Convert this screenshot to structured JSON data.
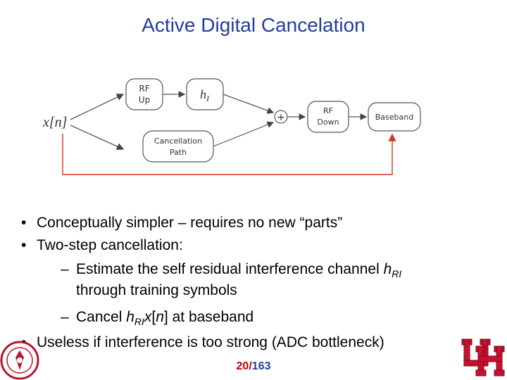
{
  "title": "Active Digital Cancelation",
  "diagram": {
    "input_label": "x[n]",
    "rf_up": [
      "RF",
      "Up"
    ],
    "channel": "h",
    "channel_sub": "I",
    "cancellation_path": [
      "Cancellation",
      "Path"
    ],
    "adder_symbol": "+",
    "rf_down": [
      "RF",
      "Down"
    ],
    "baseband": "Baseband",
    "feedback_color": "#e0301e"
  },
  "bullets": {
    "b1": "Conceptually simpler – requires no new “parts”",
    "b2": "Two-step cancellation:",
    "s1a": "Estimate the self residual interference channel ",
    "s1_h": "h",
    "s1_sub": "RI",
    "s1b": "through training symbols",
    "s2a": "Cancel ",
    "s2_h": "h",
    "s2_sub": "RI",
    "s2_x": "x",
    "s2b": "[",
    "s2_n": "n",
    "s2c": "] at baseband",
    "b3": "Useless if interference is too strong (ADC bottleneck)",
    "bullet_char": "•",
    "dash_char": "–"
  },
  "page": {
    "current": "20",
    "separator": "/",
    "total": "163"
  },
  "colors": {
    "title": "#1f3f9e",
    "accent_red": "#c00000",
    "logo_red": "#c8102e"
  }
}
